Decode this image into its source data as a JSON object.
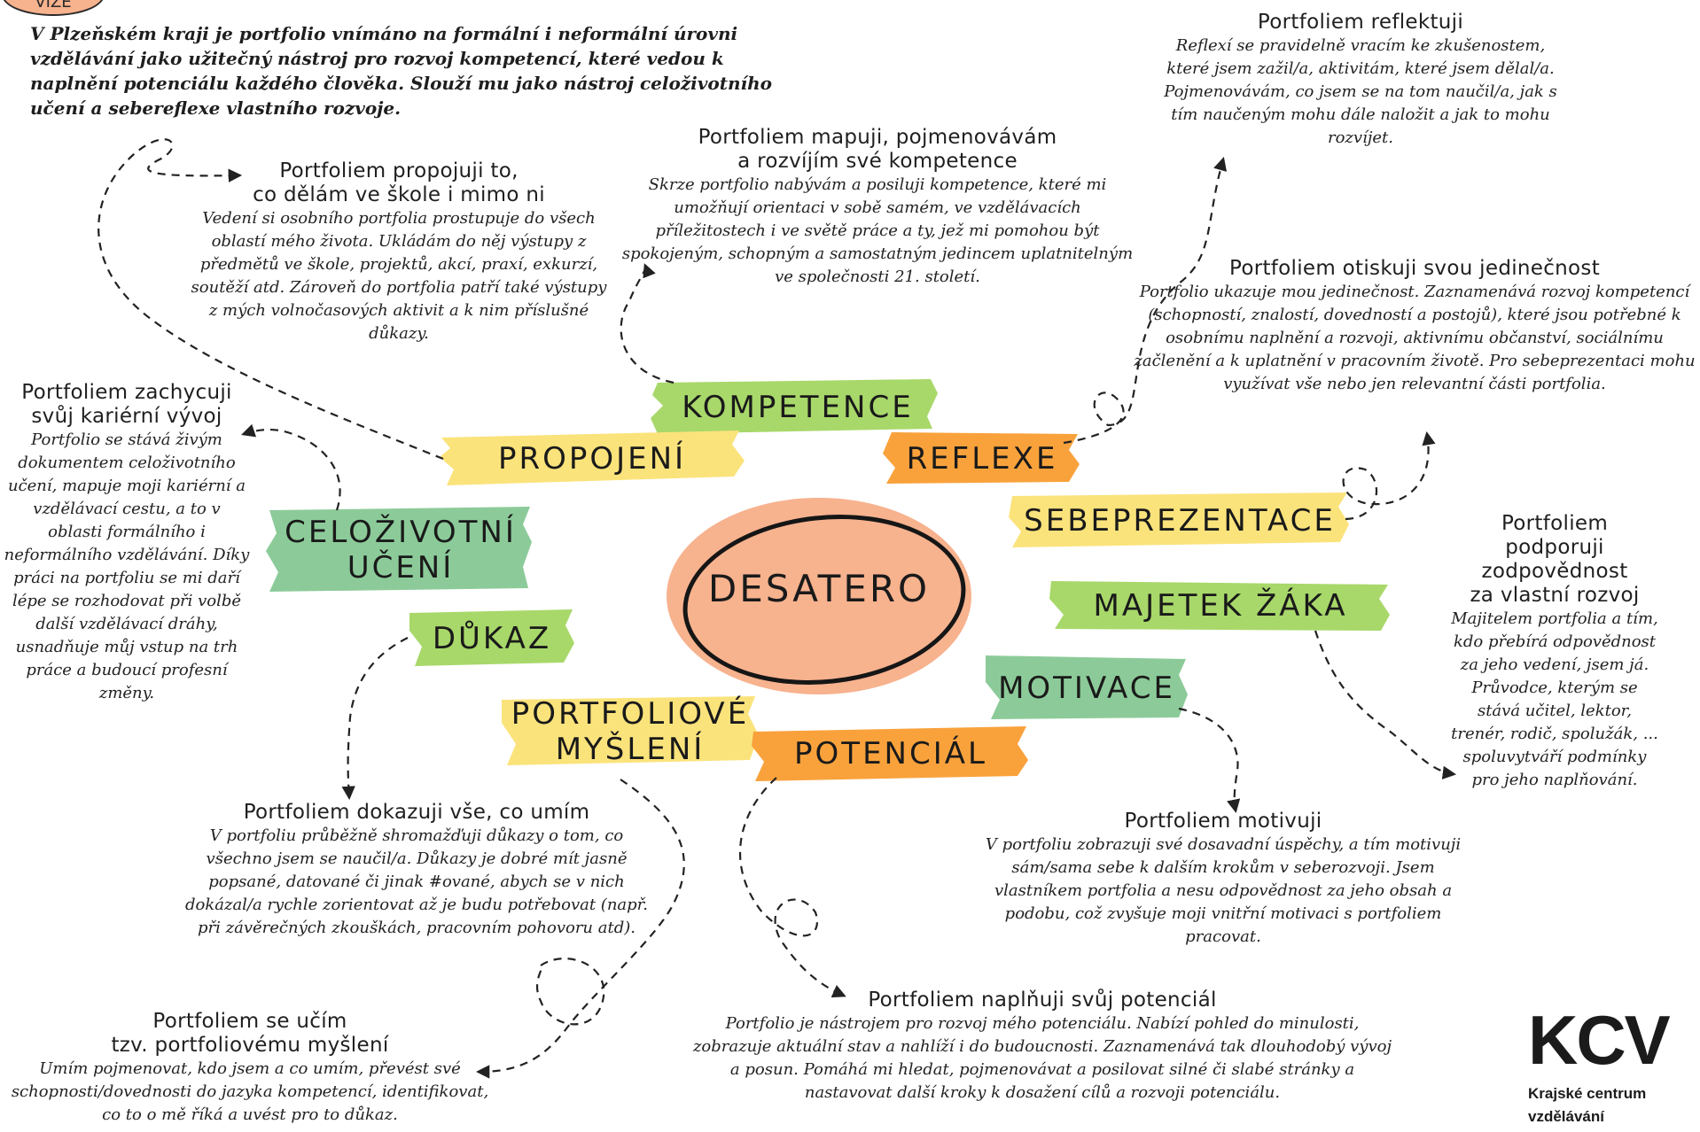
{
  "vision": {
    "badge": "VIZE",
    "text": "V Plzeňském kraji je portfolio vnímáno na formální i neformální úrovni vzdělávání jako užitečný nástroj pro rozvoj kompetencí, které vedou k naplnění potenciálu každého člověka. Slouží mu jako nástroj celoživotního učení a sebereflexe vlastního rozvoje."
  },
  "center": {
    "label": "DESATERO"
  },
  "tags": {
    "kompetence": "KOMPETENCE",
    "propojeni": "PROPOJENÍ",
    "reflexe": "REFLEXE",
    "celozivotni_uceni": "CELOŽIVOTNÍ\nUČENÍ",
    "sebeprezentace": "SEBEPREZENTACE",
    "majetek_zaka": "MAJETEK ŽÁKA",
    "dukaz": "DŮKAZ",
    "motivace": "MOTIVACE",
    "portfoliove_mysleni": "PORTFOLIOVÉ\nMYŠLENÍ",
    "potencial": "POTENCIÁL"
  },
  "notes": {
    "propojuji": {
      "title": "Portfoliem propojuji to,\nco dělám ve škole i mimo ni",
      "body": "Vedení si osobního portfolia prostupuje do všech oblastí mého života. Ukládám do něj výstupy z předmětů ve škole, projektů, akcí, praxí, exkurzí, soutěží atd. Zároveň do portfolia patří také výstupy z mých volnočasových aktivit a k nim příslušné důkazy."
    },
    "mapuji": {
      "title": "Portfoliem mapuji, pojmenovávám\na rozvíjím své kompetence",
      "body": "Skrze portfolio nabývám a posiluji kompetence, které mi umožňují orientaci v sobě samém, ve vzdělávacích příležitostech i ve světě práce a ty, jež mi pomohou být spokojeným, schopným a samostatným jedincem uplatnitelným ve společnosti 21. století."
    },
    "reflektuji": {
      "title": "Portfoliem reflektuji",
      "body": "Reflexí se pravidelně vracím ke zkušenostem, které jsem zažil/a, aktivitám, které jsem dělal/a. Pojmenovávám, co jsem se na tom naučil/a, jak s tím naučeným mohu dále naložit a jak to mohu rozvíjet."
    },
    "otiskuji": {
      "title": "Portfoliem otiskuji svou jedinečnost",
      "body": "Portfolio ukazuje mou jedinečnost. Zaznamenává rozvoj kompetencí (schopností, znalostí, dovedností a postojů), které jsou potřebné k osobnímu naplnění a rozvoji, aktivnímu občanství, sociálnímu začlenění a k uplatnění v pracovním životě. Pro sebeprezentaci mohu využívat vše nebo jen relevantní části portfolia."
    },
    "zachycuji": {
      "title": "Portfoliem zachycuji\nsvůj kariérní vývoj",
      "body": "Portfolio se stává živým dokumentem celoživotního učení, mapuje moji kariérní a vzdělávací cestu, a to v oblasti formálního i neformálního vzdělávání. Díky práci na portfoliu se mi daří lépe se rozhodovat při volbě další vzdělávací dráhy, usnadňuje můj vstup na trh práce a budoucí profesní změny."
    },
    "podporuji": {
      "title": "Portfoliem\npodporuji\nzodpovědnost\nza vlastní rozvoj",
      "body": "Majitelem portfolia a tím, kdo přebírá odpovědnost za jeho vedení, jsem já. Průvodce, kterým se stává učitel, lektor, trenér, rodič, spolužák, ... spoluvytváří podmínky pro jeho naplňování."
    },
    "dokazuji": {
      "title": "Portfoliem dokazuji vše, co umím",
      "body": "V portfoliu průběžně shromažďuji důkazy o tom, co všechno jsem se naučil/a. Důkazy je dobré mít jasně popsané, datované či jinak #ované, abych se v nich dokázal/a rychle zorientovat až je budu potřebovat (např. při závěrečných zkouškách, pracovním pohovoru atd)."
    },
    "motivuji": {
      "title": "Portfoliem motivuji",
      "body": "V portfoliu zobrazuji své dosavadní úspěchy, a tím motivuji sám/sama sebe k dalším krokům v seberozvoji. Jsem vlastníkem portfolia a nesu odpovědnost za jeho obsah a podobu, což zvyšuje moji vnitřní motivaci s portfoliem pracovat."
    },
    "ucim": {
      "title": "Portfoliem se učím\ntzv. portfoliovému myšlení",
      "body": "Umím pojmenovat, kdo jsem a co umím, převést své schopnosti/dovednosti do jazyka kompetencí, identifikovat, co to o mě říká a uvést pro to důkaz."
    },
    "naplnuji": {
      "title": "Portfoliem naplňuji svůj potenciál",
      "body": "Portfolio je nástrojem pro rozvoj mého potenciálu. Nabízí pohled do minulosti, zobrazuje aktuální stav a nahlíží i do budoucnosti. Zaznamenává tak dlouhodobý vývoj a posun. Pomáhá mi hledat, pojmenovávat a posilovat silné či slabé stránky a nastavovat další kroky k dosažení cílů a rozvoji potenciálu."
    }
  },
  "logo": {
    "mark": "KCV",
    "line1": "Krajské centrum",
    "line2": "vzdělávání"
  },
  "colors": {
    "green": "#a8d86a",
    "yellow": "#fbe37c",
    "orange": "#f9a23c",
    "sage": "#8ccb99",
    "center": "#f7b28e",
    "ink": "#222222"
  }
}
